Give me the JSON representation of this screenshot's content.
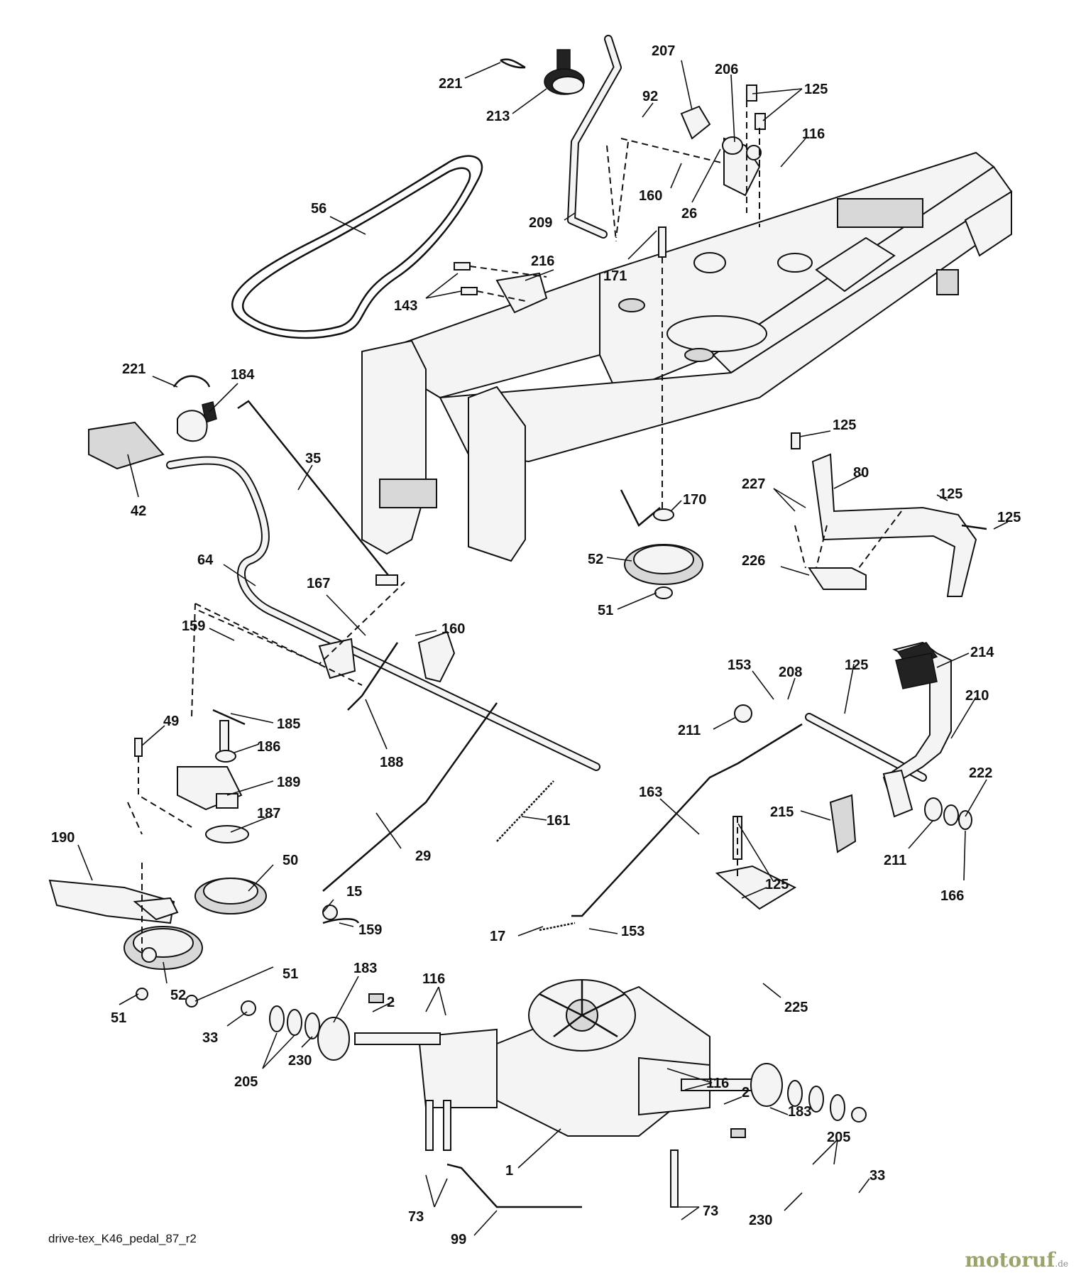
{
  "footer_code": "drive-tex_K46_pedal_87_r2",
  "brand": {
    "name": "motoruf",
    "suffix": ".de"
  },
  "callouts": [
    "221",
    "213",
    "207",
    "206",
    "125",
    "92",
    "116",
    "160",
    "26",
    "56",
    "209",
    "171",
    "216",
    "143",
    "221",
    "184",
    "35",
    "42",
    "64",
    "167",
    "160",
    "159",
    "49",
    "185",
    "186",
    "188",
    "189",
    "187",
    "190",
    "50",
    "52",
    "51",
    "51",
    "29",
    "161",
    "15",
    "159",
    "170",
    "52",
    "51",
    "125",
    "80",
    "227",
    "125",
    "125",
    "226",
    "153",
    "208",
    "125",
    "214",
    "210",
    "211",
    "163",
    "215",
    "222",
    "211",
    "166",
    "17",
    "153",
    "125",
    "225",
    "183",
    "2",
    "116",
    "33",
    "205",
    "230",
    "116",
    "2",
    "183",
    "205",
    "33",
    "1",
    "73",
    "73",
    "99",
    "230"
  ]
}
